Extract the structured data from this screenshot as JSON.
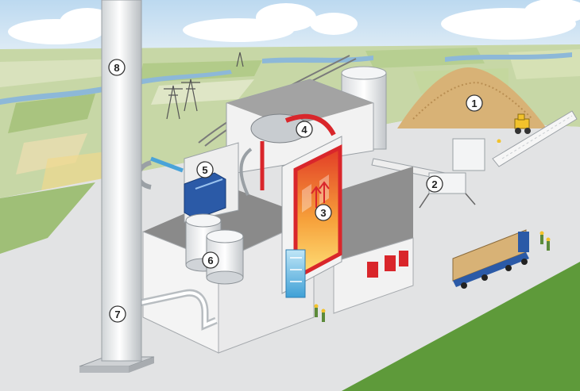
{
  "callouts": [
    {
      "id": "1",
      "label": "1"
    },
    {
      "id": "2",
      "label": "2"
    },
    {
      "id": "3",
      "label": "3"
    },
    {
      "id": "4",
      "label": "4"
    },
    {
      "id": "5",
      "label": "5"
    },
    {
      "id": "6",
      "label": "6"
    },
    {
      "id": "7",
      "label": "7"
    },
    {
      "id": "8",
      "label": "8"
    }
  ],
  "colors": {
    "sky": "#cfe3f2",
    "field_green": "#b9cf95",
    "field_light": "#dfe5c9",
    "water": "#8db8d8",
    "ground": "#e4e4e4",
    "building_top": "#8a8a8a",
    "building_wall": "#f2f2f2",
    "boiler_red": "#d9262b",
    "flame_orange": "#f6a03a",
    "flame_yellow": "#ffe27a",
    "pipe_blue": "#4aa3d9",
    "chip_pile": "#d8b276",
    "truck_blue": "#2b5aa7",
    "grass_green": "#5e9a3a"
  },
  "icons": [
    "wood-chip-pile",
    "wheel-loader",
    "conveyor-belt",
    "boiler",
    "steam-drum",
    "turbine-generator",
    "storage-tank",
    "flue-pipe",
    "chimney",
    "truck",
    "worker",
    "power-pylon",
    "silo"
  ]
}
